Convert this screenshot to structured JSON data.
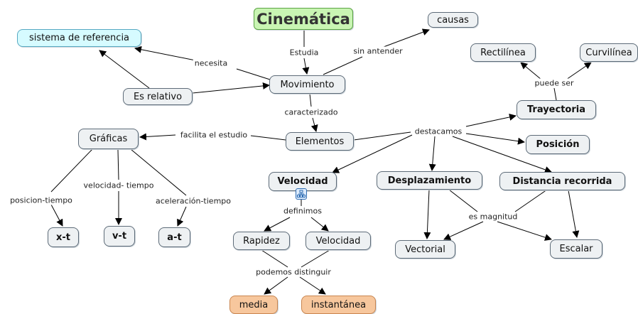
{
  "nodes": {
    "cinematica": "Cinemática",
    "causas": "causas",
    "sistema": "sistema de referencia",
    "movimiento": "Movimiento",
    "relativo": "Es relativo",
    "rectilinea": "Rectilínea",
    "curvilinea": "Curvilínea",
    "trayectoria": "Trayectoria",
    "graficas": "Gráficas",
    "elementos": "Elementos",
    "posicion": "Posición",
    "velocidad_main": "Velocidad",
    "desplazamiento": "Desplazamiento",
    "distancia": "Distancia recorrida",
    "xt": "x-t",
    "vt": "v-t",
    "at": "a-t",
    "rapidez": "Rapidez",
    "velocidad2": "Velocidad",
    "vectorial": "Vectorial",
    "escalar": "Escalar",
    "media": "media",
    "instantanea": "instantánea"
  },
  "links": {
    "estudia": "Estudia",
    "sin_antender": "sin antender",
    "necesita": "necesita",
    "caracterizado": "caracterizado",
    "facilita": "facilita el estudio",
    "destacamos": "destacamos",
    "puede_ser": "puede ser",
    "posicion_tiempo": "posicion-tiempo",
    "velocidad_tiempo": "velocidad- tiempo",
    "aceleracion_tiempo": "aceleración-tiempo",
    "definimos": "definimos",
    "es_magnitud": "es magnitud",
    "podemos": "podemos distinguir"
  },
  "colors": {
    "title_fill": "#c9f5b3",
    "node_fill": "#eef1f3",
    "cyan_fill": "#d6fbff",
    "orange_fill": "#f7c79d",
    "line": "#000000"
  },
  "icons": [
    "resource-link-icon"
  ]
}
